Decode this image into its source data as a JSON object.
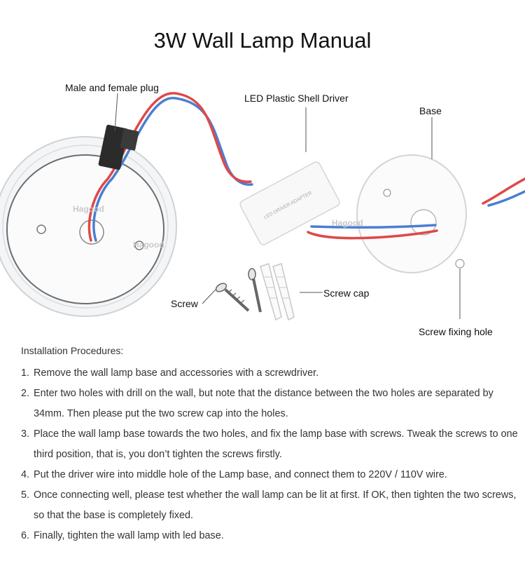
{
  "title": "3W Wall Lamp Manual",
  "diagram": {
    "labels": {
      "plug": "Male and female plug",
      "driver": "LED Plastic Shell Driver",
      "base": "Base",
      "screw": "Screw",
      "screw_cap": "Screw cap",
      "fixing_hole": "Screw fixing hole"
    },
    "watermarks": [
      "Hagood",
      "Hagood",
      "Hagood"
    ],
    "driver_print": "LED DRIVER ADAPTER"
  },
  "procedures": {
    "heading": "Installation Procedures:",
    "steps": [
      {
        "num": "1.",
        "text": "Remove the wall lamp base and accessories with a screwdriver."
      },
      {
        "num": "2.",
        "text": "Enter two holes with drill on the wall, but note that the distance between the two holes are separated by 34mm. Then please put the two screw cap into the holes."
      },
      {
        "num": "3.",
        "text": "Place the wall lamp base towards the two holes, and fix the lamp base with screws. Tweak the screws to one third position, that is, you don’t tighten the screws firstly."
      },
      {
        "num": "4.",
        "text": "Put the driver wire into middle hole of the Lamp base, and connect them to 220V / 110V wire."
      },
      {
        "num": "5.",
        "text": "Once connecting well, please test whether the wall lamp can be lit at first. If OK, then tighten the two screws, so that the base is completely fixed."
      },
      {
        "num": "6.",
        "text": "Finally, tighten the wall lamp with led base."
      }
    ]
  },
  "colors": {
    "red_wire": "#e04848",
    "blue_wire": "#4a7fd0",
    "line": "#555555"
  }
}
